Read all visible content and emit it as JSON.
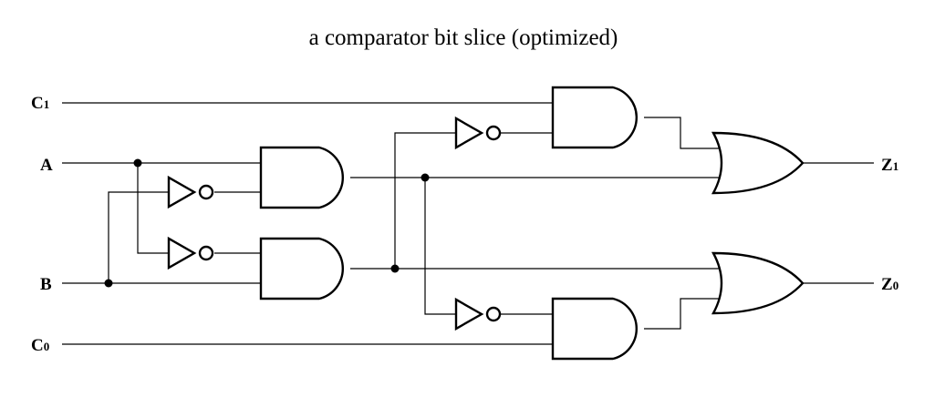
{
  "title": "a comparator bit slice (optimized)",
  "labels": {
    "c1": {
      "main": "C",
      "sub": "1"
    },
    "a": {
      "main": "A"
    },
    "b": {
      "main": "B"
    },
    "c0": {
      "main": "C",
      "sub": "0"
    },
    "z1": {
      "main": "Z",
      "sub": "1"
    },
    "z0": {
      "main": "Z",
      "sub": "0"
    }
  }
}
